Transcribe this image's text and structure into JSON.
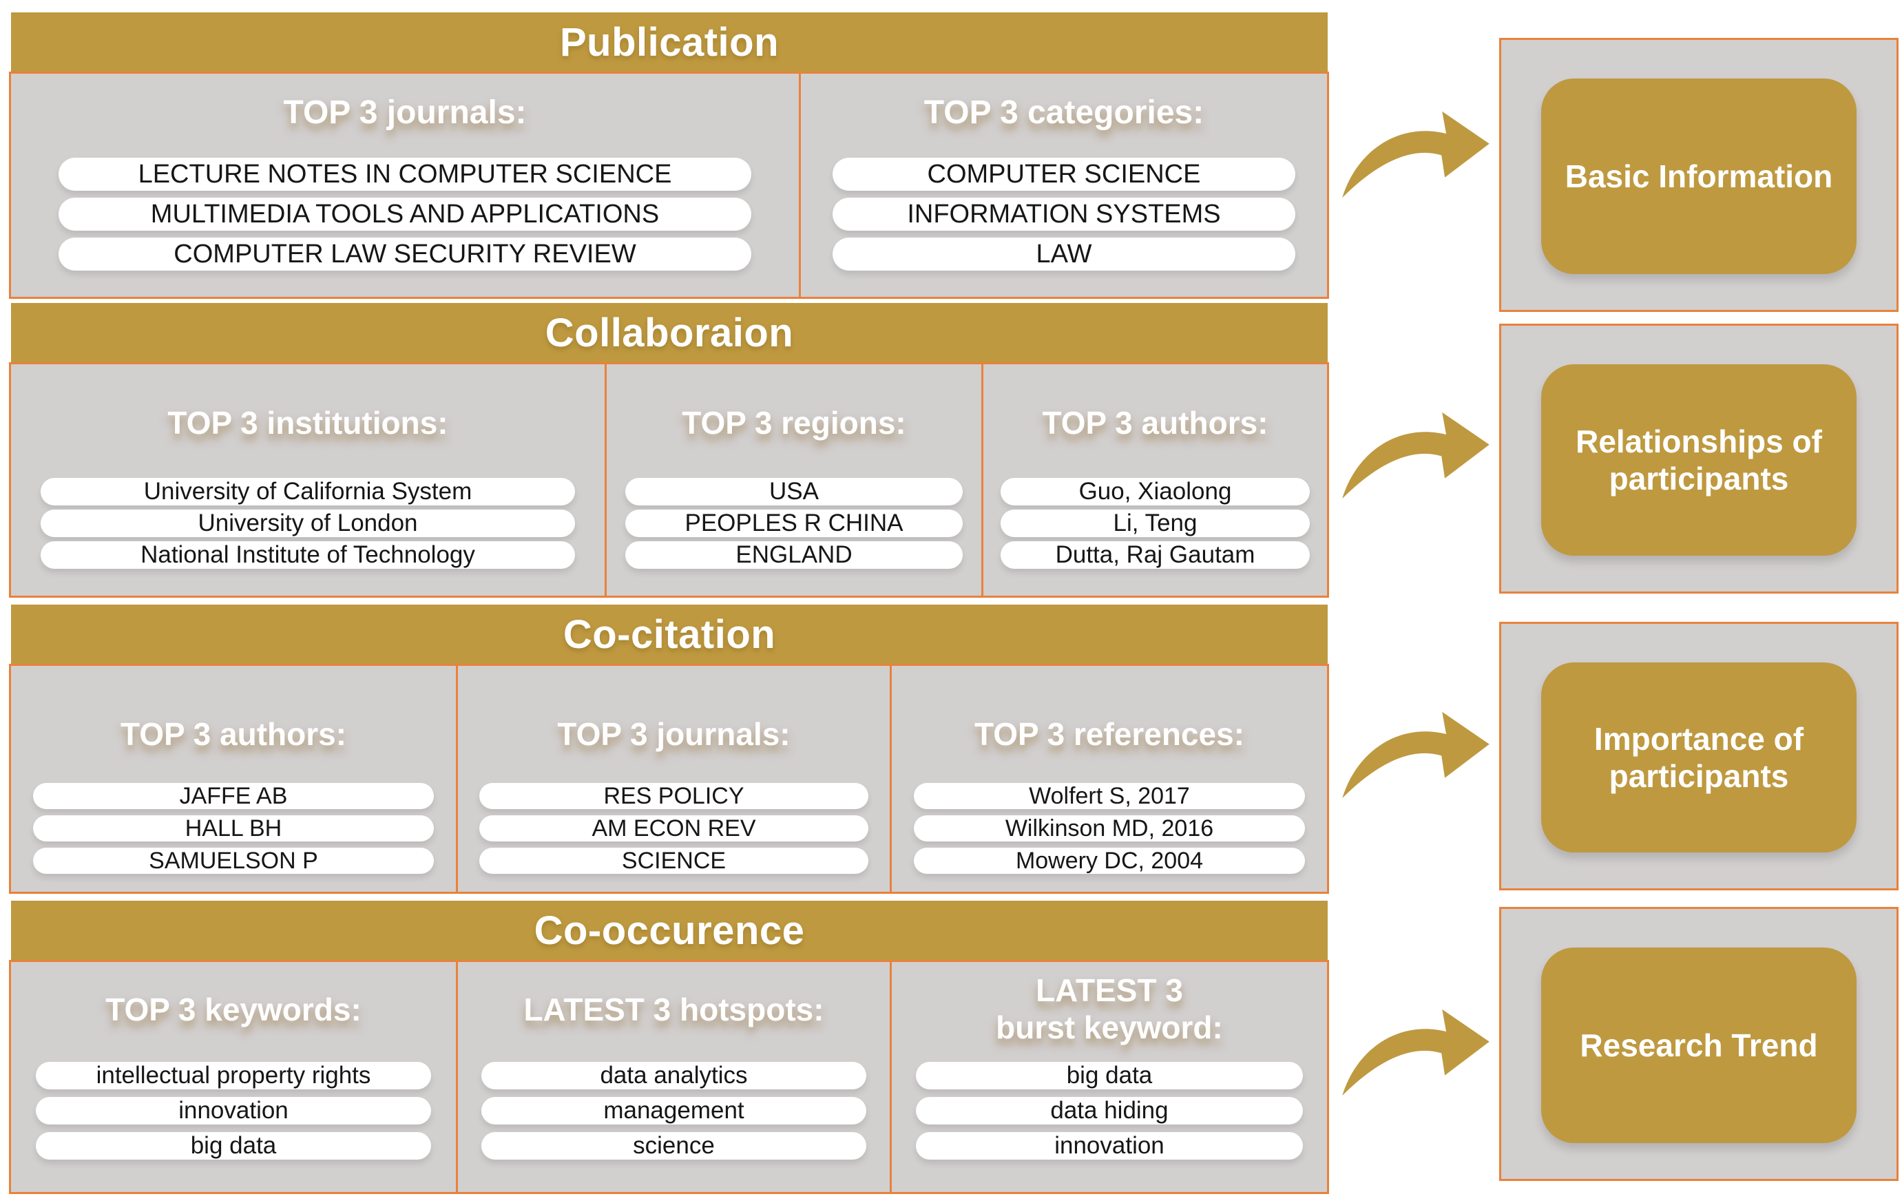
{
  "palette": {
    "gold": "#BE9940",
    "content_gray": "#D2CFCF",
    "border_orange": "#E8823C",
    "pill_bg": "#FFFFFF",
    "pill_text": "#161616",
    "heading_text": "#FFFFFF"
  },
  "icons": {
    "flow_arrow": "curved-right-arrow"
  },
  "sections": [
    {
      "title": "Publication",
      "columns": [
        {
          "heading": "TOP 3 journals:",
          "items": [
            "LECTURE NOTES IN COMPUTER SCIENCE",
            "MULTIMEDIA TOOLS AND APPLICATIONS",
            "COMPUTER LAW SECURITY REVIEW"
          ]
        },
        {
          "heading": "TOP 3 categories:",
          "items": [
            "COMPUTER SCIENCE",
            "INFORMATION SYSTEMS",
            "LAW"
          ]
        }
      ]
    },
    {
      "title": "Collaboraion",
      "columns": [
        {
          "heading": "TOP 3 institutions:",
          "items": [
            "University of California System",
            "University of London",
            "National Institute of Technology"
          ]
        },
        {
          "heading": "TOP 3 regions:",
          "items": [
            "USA",
            "PEOPLES R CHINA",
            "ENGLAND"
          ]
        },
        {
          "heading": "TOP 3 authors:",
          "items": [
            "Guo, Xiaolong",
            "Li, Teng",
            "Dutta, Raj Gautam"
          ]
        }
      ]
    },
    {
      "title": "Co-citation",
      "columns": [
        {
          "heading": "TOP 3 authors:",
          "items": [
            "JAFFE AB",
            "HALL BH",
            "SAMUELSON P"
          ]
        },
        {
          "heading": "TOP 3 journals:",
          "items": [
            "RES POLICY",
            "AM ECON REV",
            "SCIENCE"
          ]
        },
        {
          "heading": "TOP 3 references:",
          "items": [
            "Wolfert S, 2017",
            "Wilkinson MD, 2016",
            "Mowery DC, 2004"
          ]
        }
      ]
    },
    {
      "title": "Co-occurence",
      "columns": [
        {
          "heading": "TOP 3 keywords:",
          "items": [
            "intellectual property rights",
            "innovation",
            "big data"
          ]
        },
        {
          "heading": "LATEST 3 hotspots:",
          "items": [
            "data analytics",
            "management",
            "science"
          ]
        },
        {
          "heading": "LATEST 3\nburst keyword:",
          "items": [
            "big data",
            "data hiding",
            "innovation"
          ]
        }
      ]
    }
  ],
  "outcomes": [
    {
      "label": "Basic Information"
    },
    {
      "label": "Relationships of participants"
    },
    {
      "label": "Importance of participants"
    },
    {
      "label": "Research Trend"
    }
  ]
}
